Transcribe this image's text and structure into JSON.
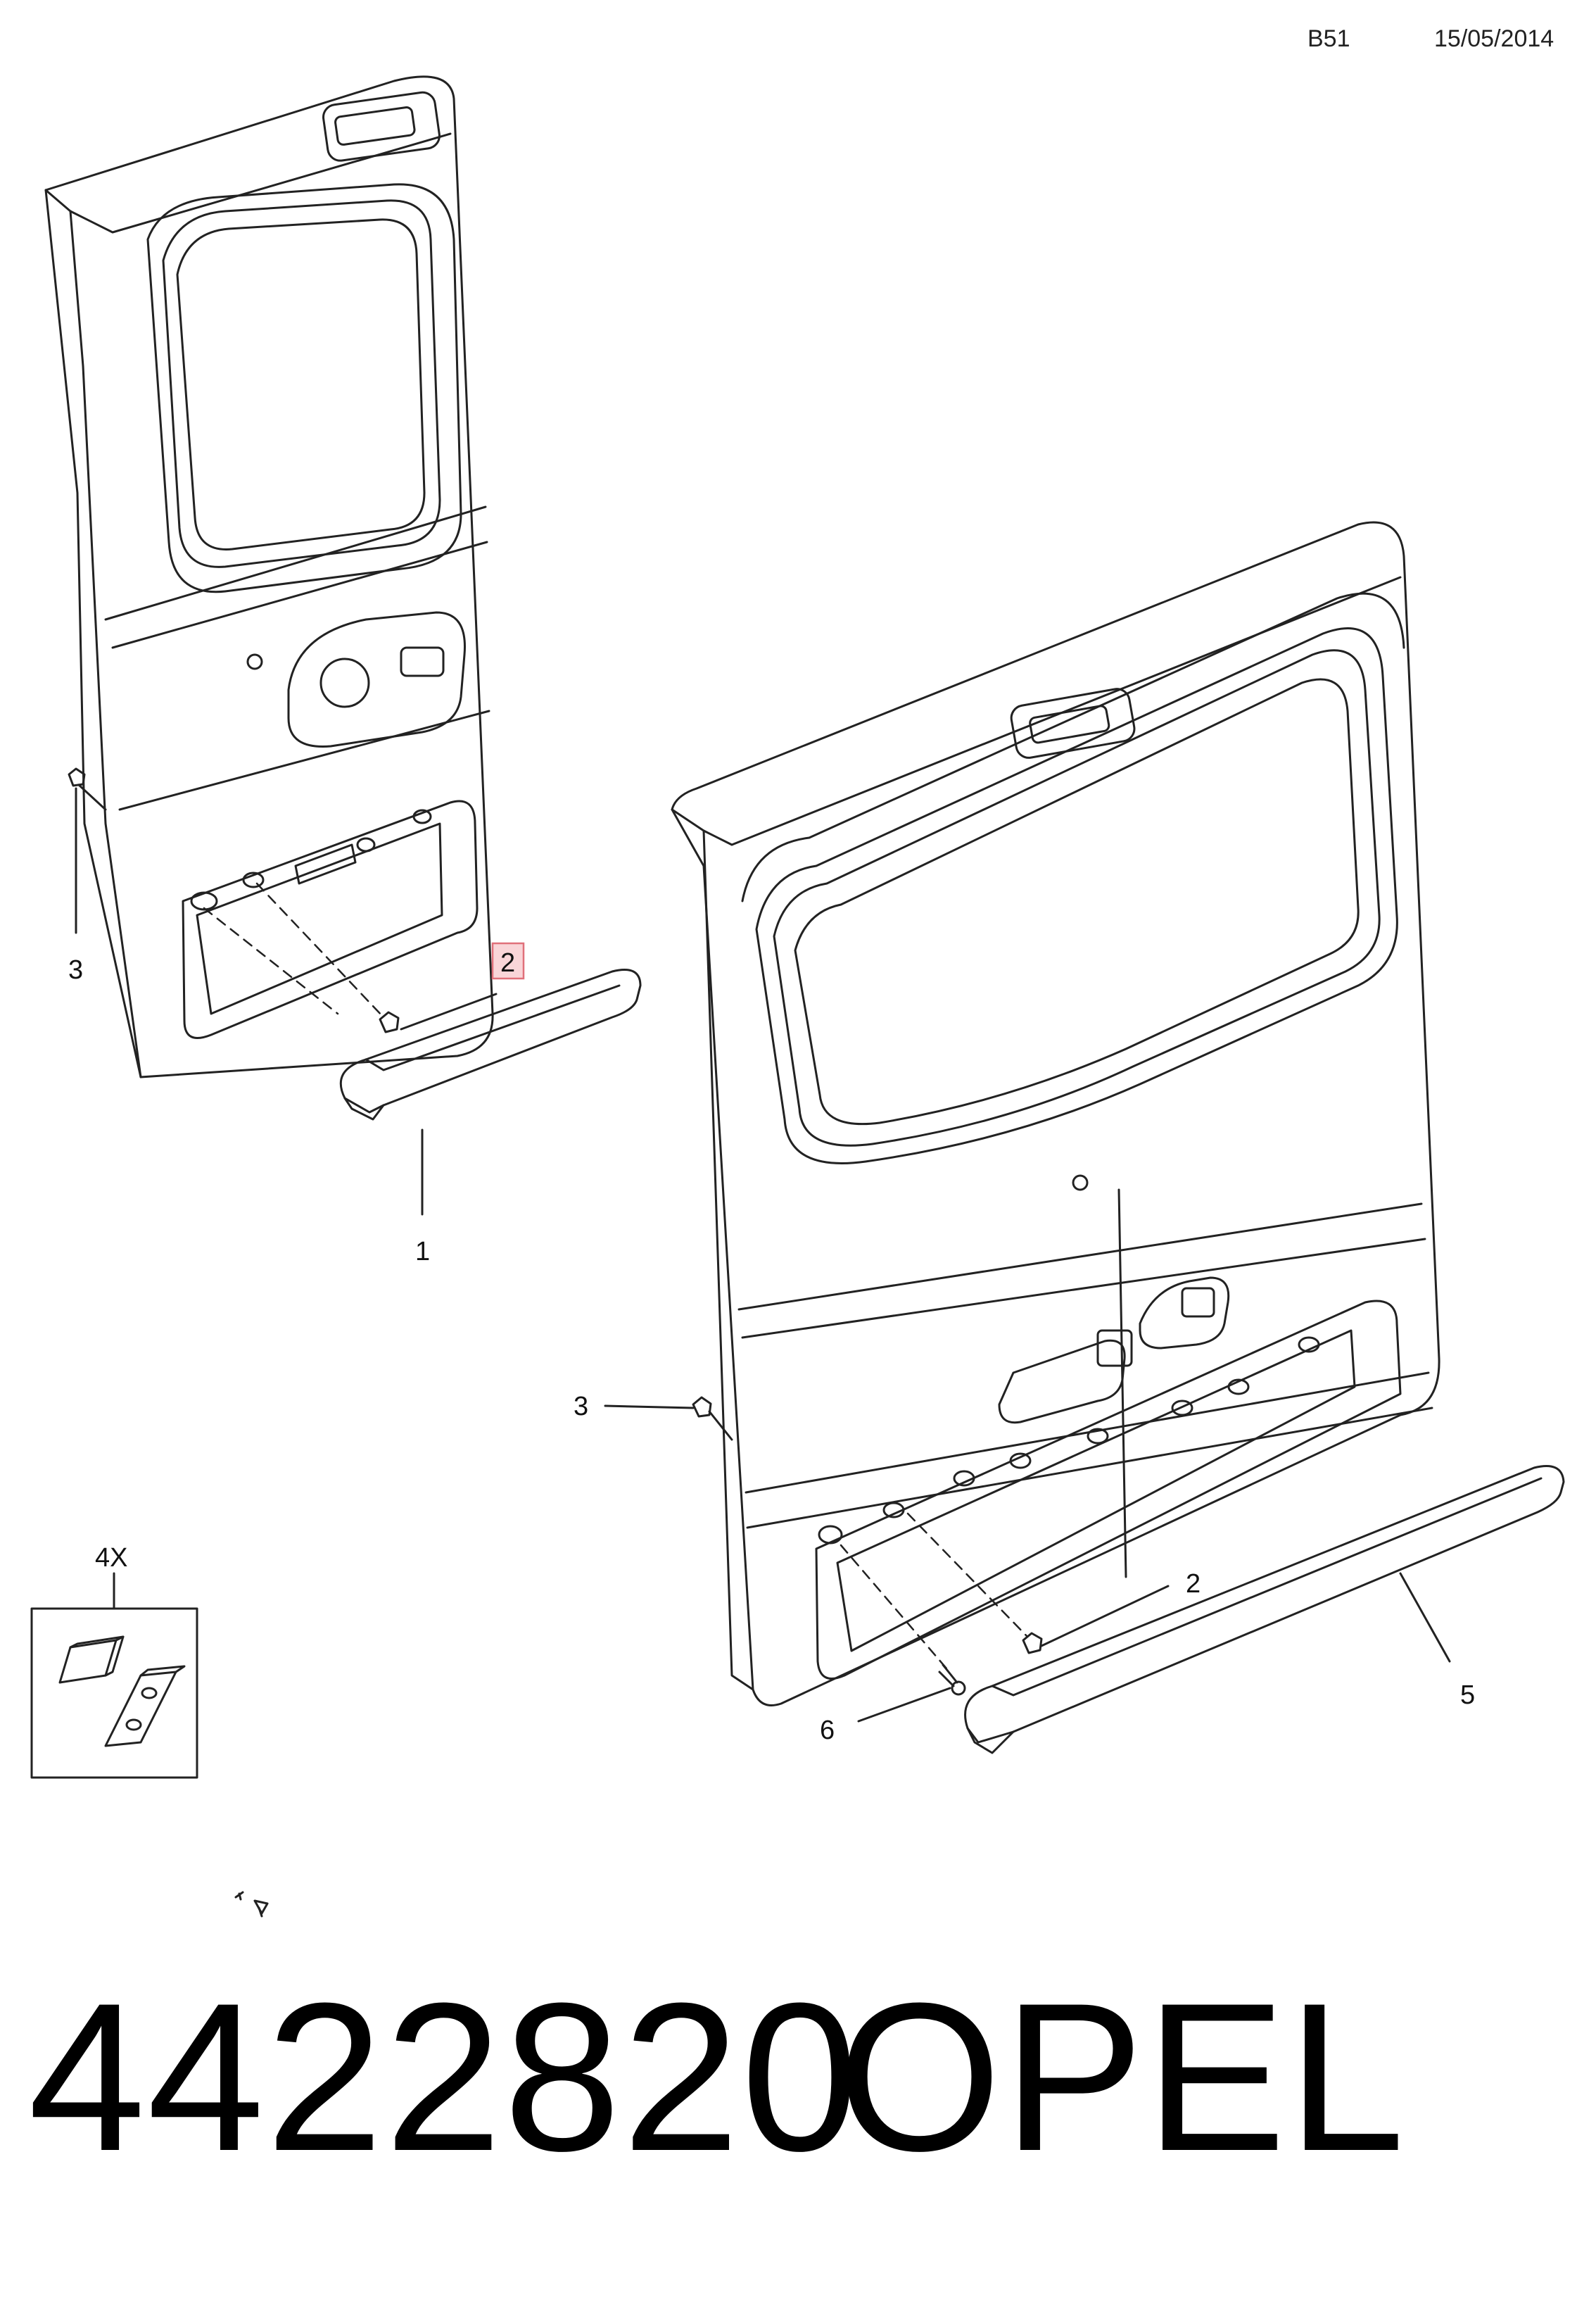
{
  "header": {
    "code": "B51",
    "date": "15/05/2014"
  },
  "callouts": {
    "c1": "1",
    "c2_highlighted": "2",
    "c2": "2",
    "c3_left": "3",
    "c3_right": "3",
    "c5": "5",
    "c6": "6",
    "c4x": "4X"
  },
  "footer": {
    "part_number": "4422820",
    "brand": "OPEL"
  },
  "colors": {
    "line": "#222222",
    "highlight_fill": "#f9d5d8",
    "highlight_stroke": "#e0707a"
  }
}
